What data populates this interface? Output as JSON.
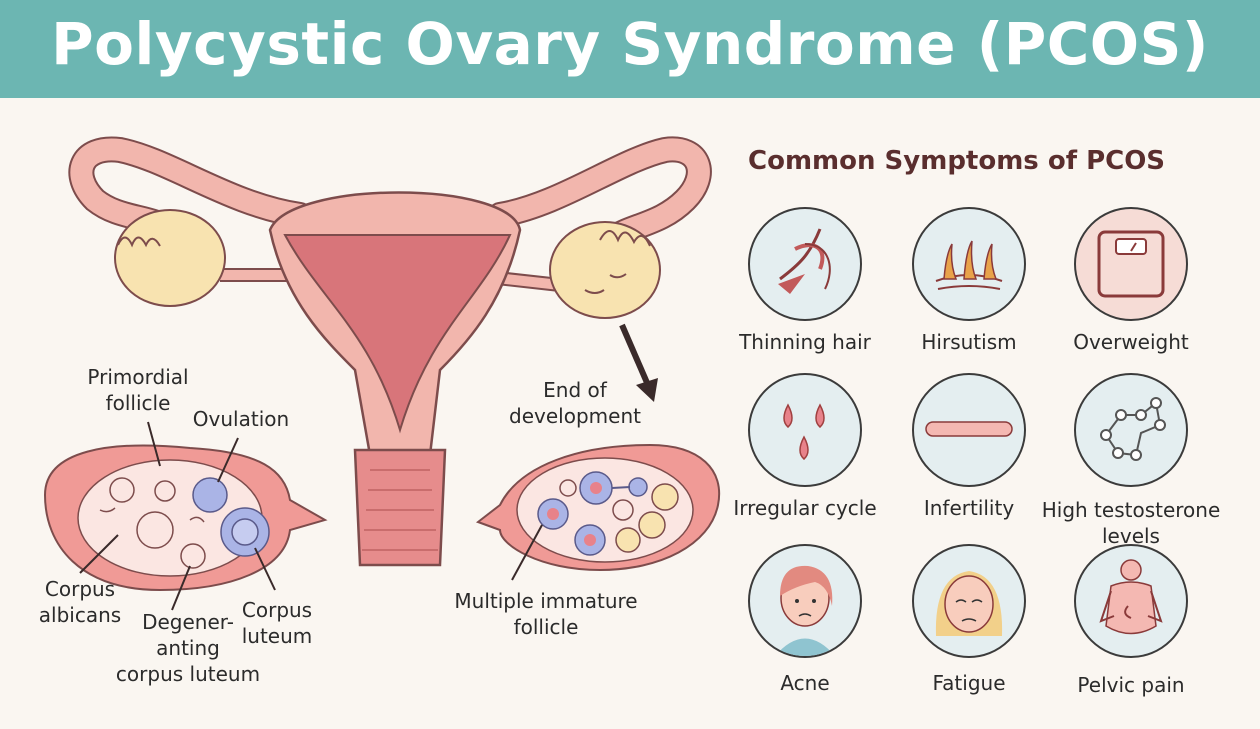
{
  "title": "Polycystic Ovary Syndrome (PCOS)",
  "diagram": {
    "labels": {
      "primordial": "Primordial\nfollicle",
      "ovulation": "Ovulation",
      "end_dev": "End of\ndevelopment",
      "corpus_albicans": "Corpus\nalbicans",
      "degenerating": "Degener-\nanting\ncorpus luteum",
      "corpus_luteum": "Corpus\nluteum",
      "immature": "Multiple immature\nfollicle"
    }
  },
  "symptoms": {
    "heading": "Common Symptoms of PCOS",
    "items": [
      {
        "label": "Thinning hair",
        "icon": "hair-strand-icon"
      },
      {
        "label": "Hirsutism",
        "icon": "hair-follicle-icon"
      },
      {
        "label": "Overweight",
        "icon": "scale-icon"
      },
      {
        "label": "Irregular cycle",
        "icon": "drops-icon"
      },
      {
        "label": "Infertility",
        "icon": "flat-bar-icon"
      },
      {
        "label": "High testosterone\nlevels",
        "icon": "molecule-icon"
      },
      {
        "label": "Acne",
        "icon": "face-acne-icon"
      },
      {
        "label": "Fatigue",
        "icon": "face-tired-icon"
      },
      {
        "label": "Pelvic pain",
        "icon": "torso-pain-icon"
      }
    ]
  },
  "colors": {
    "header": "#6cb6b2",
    "tissue": "#f2b6ad",
    "ovary": "#f8e3b0",
    "follicle": "#aab4e6"
  }
}
